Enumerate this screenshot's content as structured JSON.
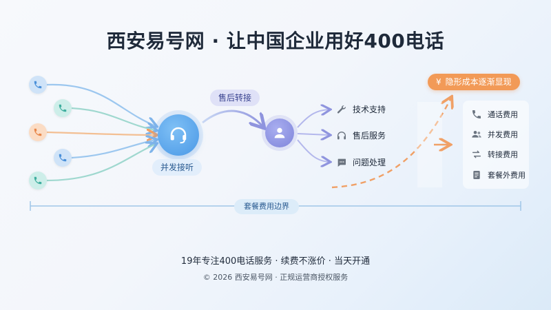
{
  "title": "西安易号网 · 让中国企业用好400电话",
  "receive_label": "并发接听",
  "transfer_label": "售后转接",
  "callers": [
    {
      "icon": "phone-icon",
      "color": "#5aa5e6"
    },
    {
      "icon": "phone-icon",
      "color": "#5cc2b4"
    },
    {
      "icon": "phone-icon",
      "color": "#f0a066"
    },
    {
      "icon": "phone-icon",
      "color": "#5aa5e6"
    },
    {
      "icon": "phone-icon",
      "color": "#5cc2b4"
    }
  ],
  "services": [
    {
      "icon": "wrench-icon",
      "label": "技术支持"
    },
    {
      "icon": "headphones-icon",
      "label": "售后服务"
    },
    {
      "icon": "chat-icon",
      "label": "问题处理"
    }
  ],
  "reveal_label": "¥  隐形成本逐渐显现",
  "reveal_label_text": "隐形成本逐渐显现",
  "currency_symbol": "¥",
  "costs": [
    {
      "icon": "phone-icon",
      "label": "通话费用"
    },
    {
      "icon": "users-icon",
      "label": "并发费用"
    },
    {
      "icon": "transfer-icon",
      "label": "转接费用"
    },
    {
      "icon": "document-icon",
      "label": "套餐外费用"
    }
  ],
  "boundary_label": "套餐费用边界",
  "footer": {
    "line1": "19年专注400电话服务 · 续费不涨价 · 当天开通",
    "line2": "© 2026 西安易号网 · 正规运营商授权服务"
  },
  "colors": {
    "accent_blue": "#4a98e6",
    "accent_purple": "#7f85da",
    "accent_orange": "#f29a57",
    "teal": "#5cc2b4"
  }
}
